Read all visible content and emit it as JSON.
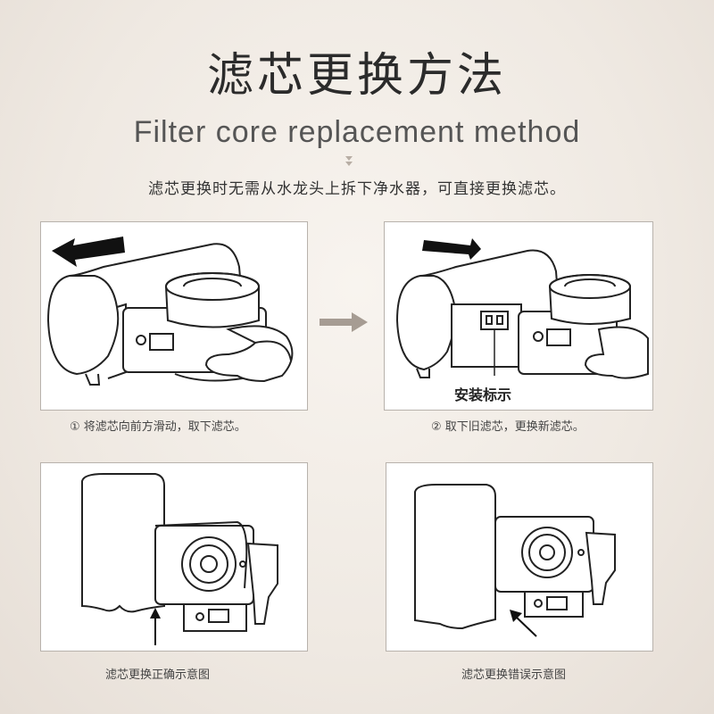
{
  "header": {
    "title": "滤芯更换方法",
    "subtitle": "Filter core replacement method",
    "intro": "滤芯更换时无需从水龙头上拆下净水器，可直接更换滤芯。"
  },
  "steps": [
    {
      "caption": "① 将滤芯向前方滑动，取下滤芯。"
    },
    {
      "caption": "② 取下旧滤芯，更换新滤芯。",
      "mark_label": "安装标示"
    }
  ],
  "diagrams": [
    {
      "caption": "滤芯更换正确示意图"
    },
    {
      "caption": "滤芯更换错误示意图"
    }
  ],
  "colors": {
    "accent_arrow": "#a69c93",
    "line": "#222222"
  },
  "icons": [
    "left-arrow-icon",
    "right-arrow-icon",
    "transition-arrow-icon",
    "down-triangle-icon",
    "up-arrow-icon",
    "diagonal-arrow-icon"
  ]
}
